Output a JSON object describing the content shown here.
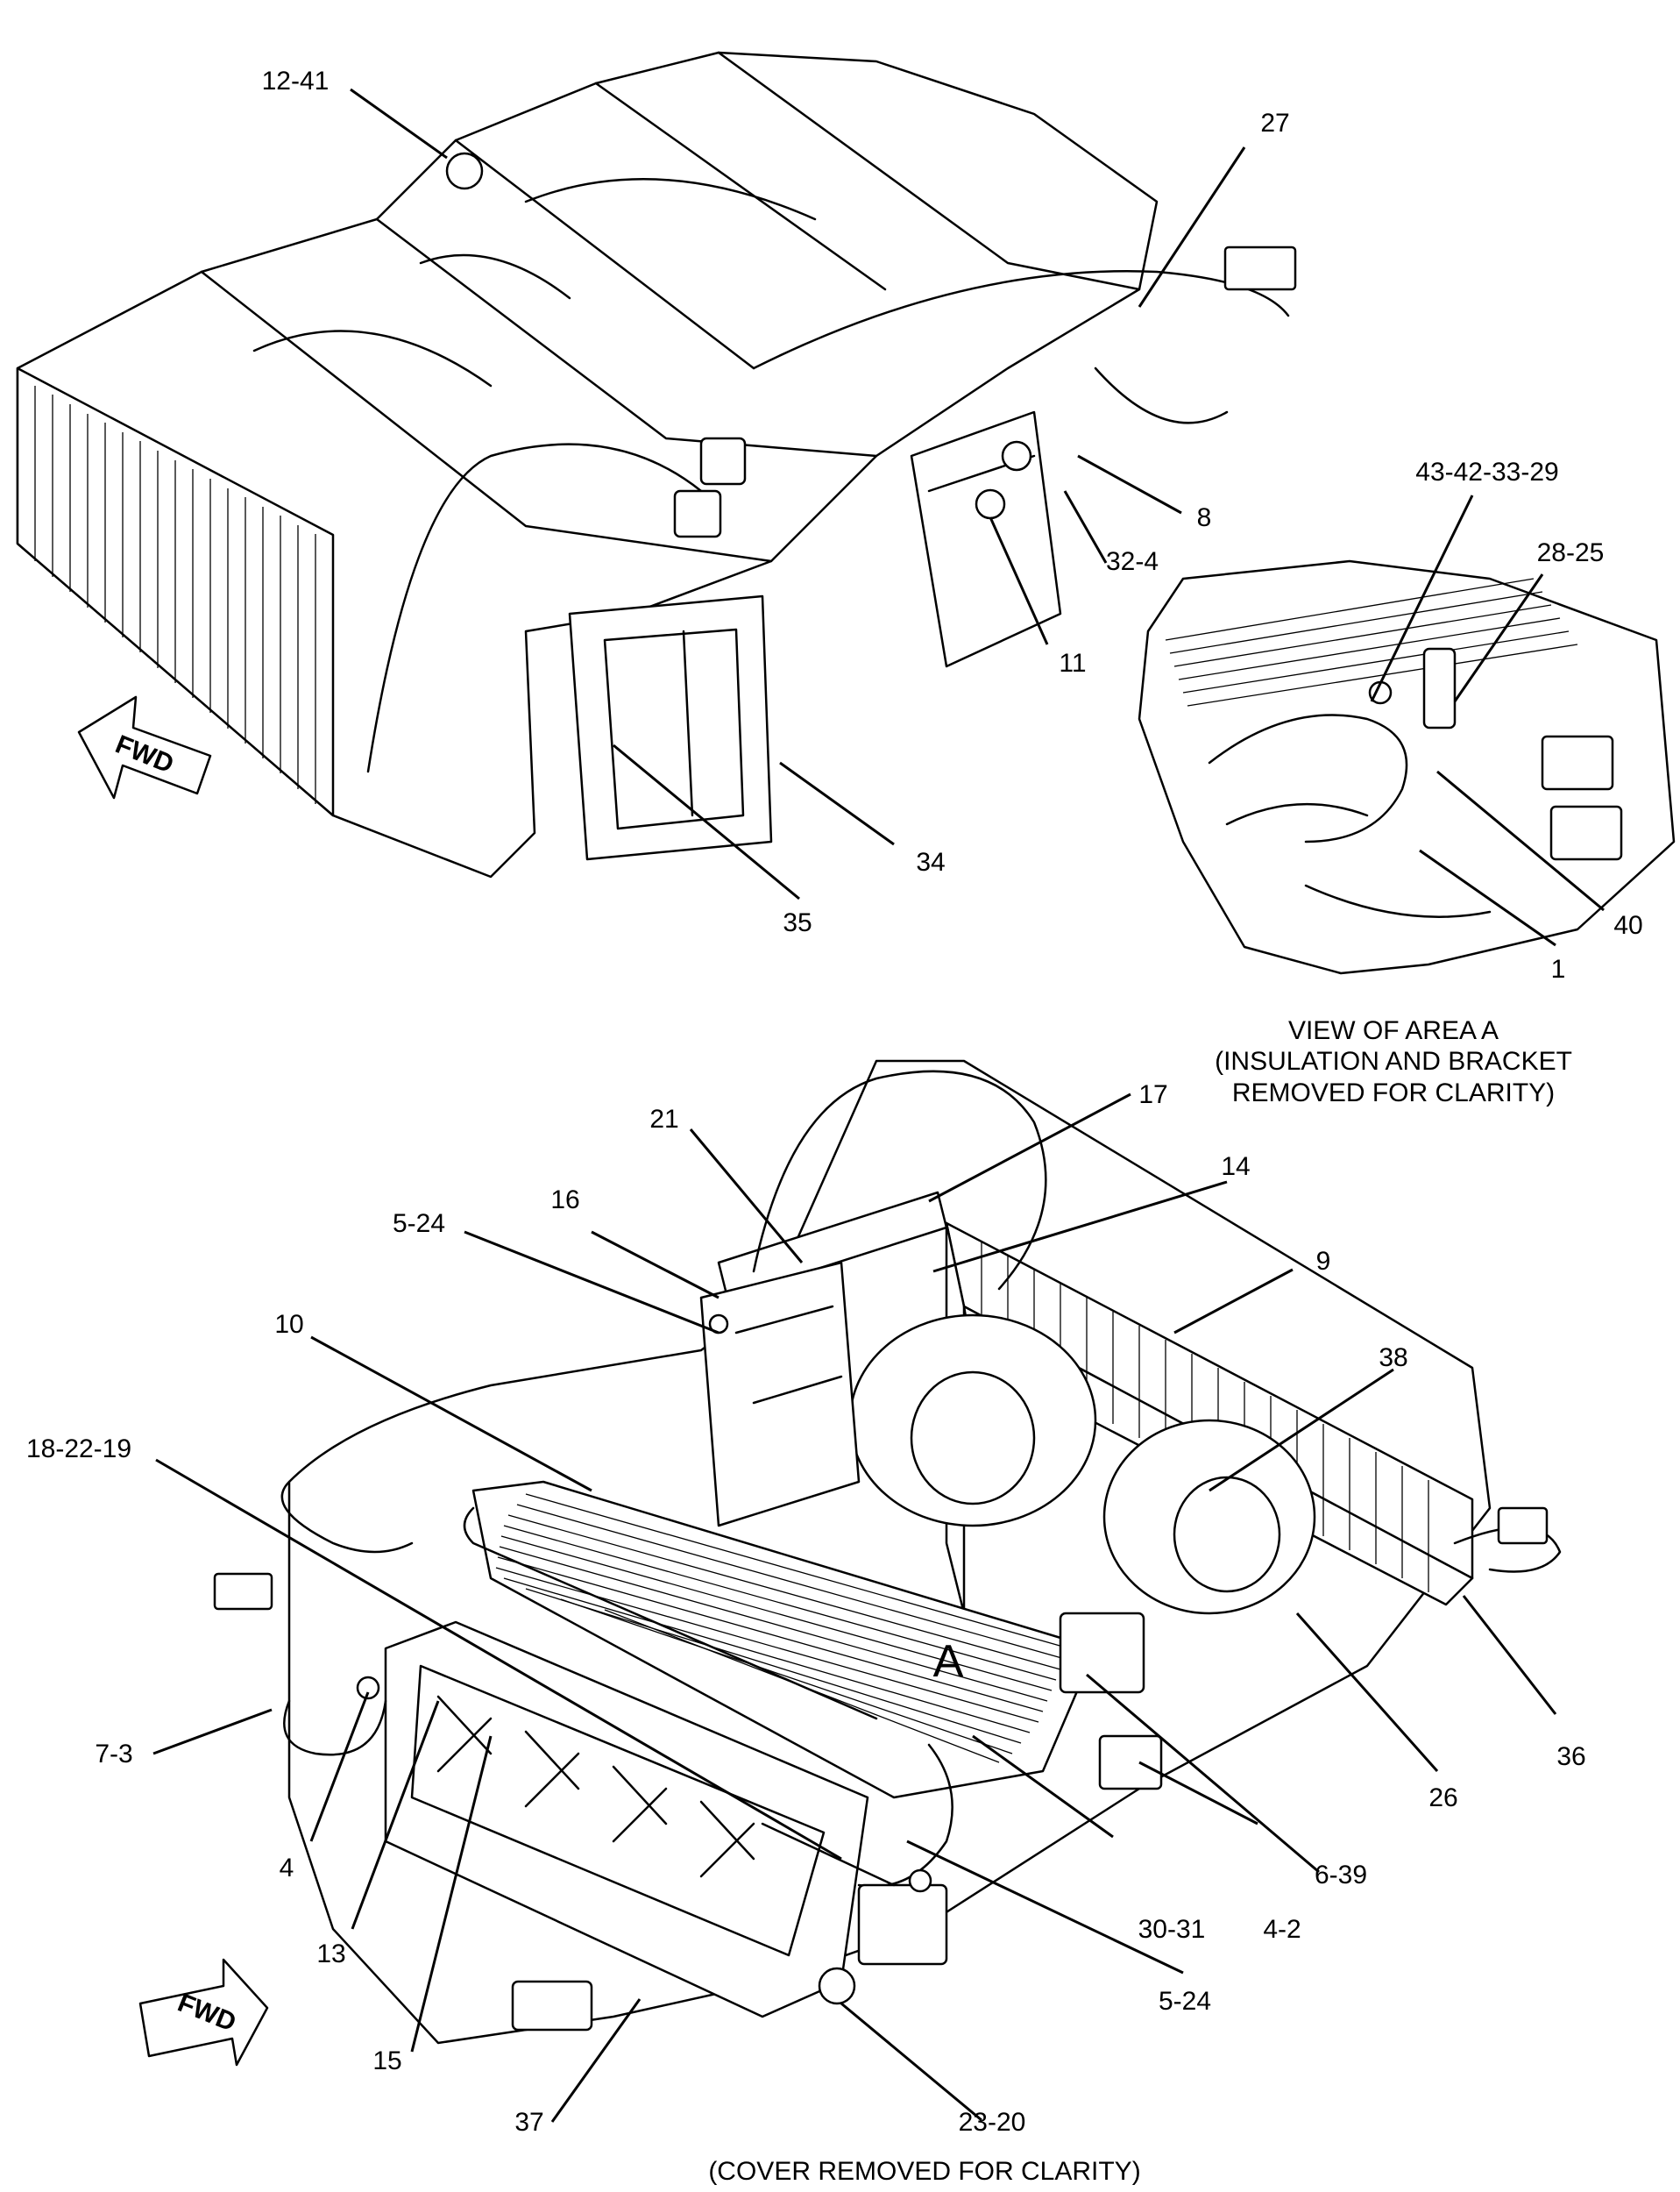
{
  "callouts": {
    "c_12_41": "12-41",
    "c_27": "27",
    "c_43_42_33_29": "43-42-33-29",
    "c_28_25": "28-25",
    "c_8": "8",
    "c_32_4": "32-4",
    "c_11": "11",
    "c_34": "34",
    "c_35": "35",
    "c_40": "40",
    "c_1": "1",
    "c_17": "17",
    "c_21": "21",
    "c_14": "14",
    "c_16": "16",
    "c_5_24_top": "5-24",
    "c_9": "9",
    "c_10": "10",
    "c_38": "38",
    "c_18_22_19": "18-22-19",
    "c_area_a": "A",
    "c_36": "36",
    "c_7_3": "7-3",
    "c_26": "26",
    "c_6_39": "6-39",
    "c_4": "4",
    "c_4_2": "4-2",
    "c_30_31": "30-31",
    "c_13": "13",
    "c_5_24_bottom": "5-24",
    "c_15": "15",
    "c_37": "37",
    "c_23_20": "23-20"
  },
  "captions": {
    "view_a_line1": "VIEW OF AREA A",
    "view_a_line2": "(INSULATION AND BRACKET",
    "view_a_line3": "REMOVED FOR CLARITY)",
    "cover_removed": "(COVER REMOVED FOR CLARITY)"
  },
  "arrows": {
    "top_fwd": "FWD",
    "bottom_fwd": "FWD"
  }
}
